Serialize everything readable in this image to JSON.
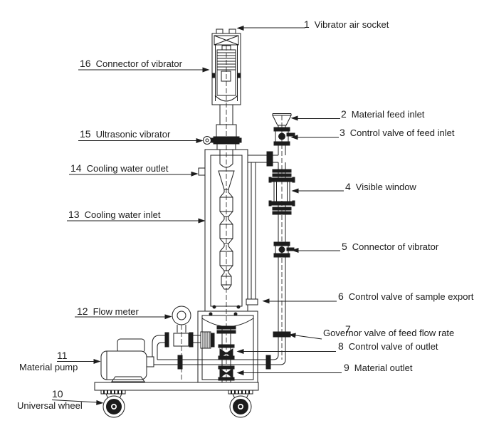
{
  "colors": {
    "background": "#ffffff",
    "line": "#1c1c1c",
    "text": "#1c1c1c"
  },
  "labels": {
    "l1": {
      "num": "1",
      "text": "Vibrator air socket"
    },
    "l2": {
      "num": "2",
      "text": "Material feed inlet"
    },
    "l3": {
      "num": "3",
      "text": "Control valve of feed inlet"
    },
    "l4": {
      "num": "4",
      "text": "Visible window"
    },
    "l5": {
      "num": "5",
      "text": "Connector of vibrator"
    },
    "l6": {
      "num": "6",
      "text": "Control valve of sample export"
    },
    "l7": {
      "num": "7",
      "text": "Governor valve of feed flow rate"
    },
    "l8": {
      "num": "8",
      "text": "Control valve of outlet"
    },
    "l9": {
      "num": "9",
      "text": "Material outlet"
    },
    "l10": {
      "num": "10",
      "text": "Universal wheel"
    },
    "l11": {
      "num": "11",
      "text": "Material pump"
    },
    "l12": {
      "num": "12",
      "text": "Flow meter"
    },
    "l13": {
      "num": "13",
      "text": "Cooling water inlet"
    },
    "l14": {
      "num": "14",
      "text": "Cooling water outlet"
    },
    "l15": {
      "num": "15",
      "text": "Ultrasonic vibrator"
    },
    "l16": {
      "num": "16",
      "text": "Connector of vibrator"
    }
  }
}
